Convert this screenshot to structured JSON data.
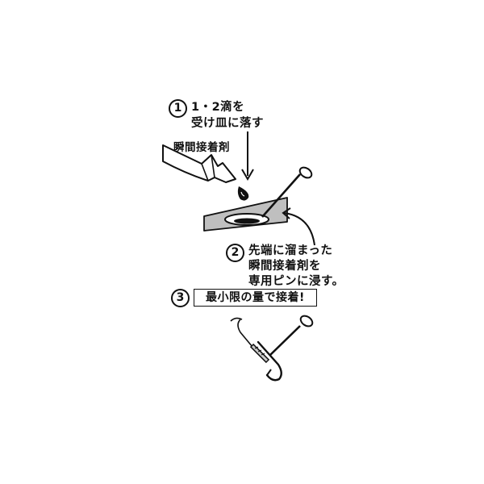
{
  "steps": [
    {
      "number": "1",
      "lines": [
        "1・2滴を",
        "受け皿に落す"
      ]
    },
    {
      "number": "2",
      "lines": [
        "先端に溜まった",
        "瞬間接着剤を",
        "専用ピンに浸す。"
      ]
    },
    {
      "number": "3",
      "text": "最小限の量で接着!"
    }
  ],
  "labels": {
    "adhesive": "瞬間接着剤"
  },
  "colors": {
    "line": "#111111",
    "tray": "#bfbfbf",
    "well": "#ffffff",
    "background": "#ffffff"
  },
  "icons": [
    "glue-tube-icon",
    "glue-drop-icon",
    "tray-icon",
    "pin-icon",
    "fishing-hook-icon"
  ]
}
